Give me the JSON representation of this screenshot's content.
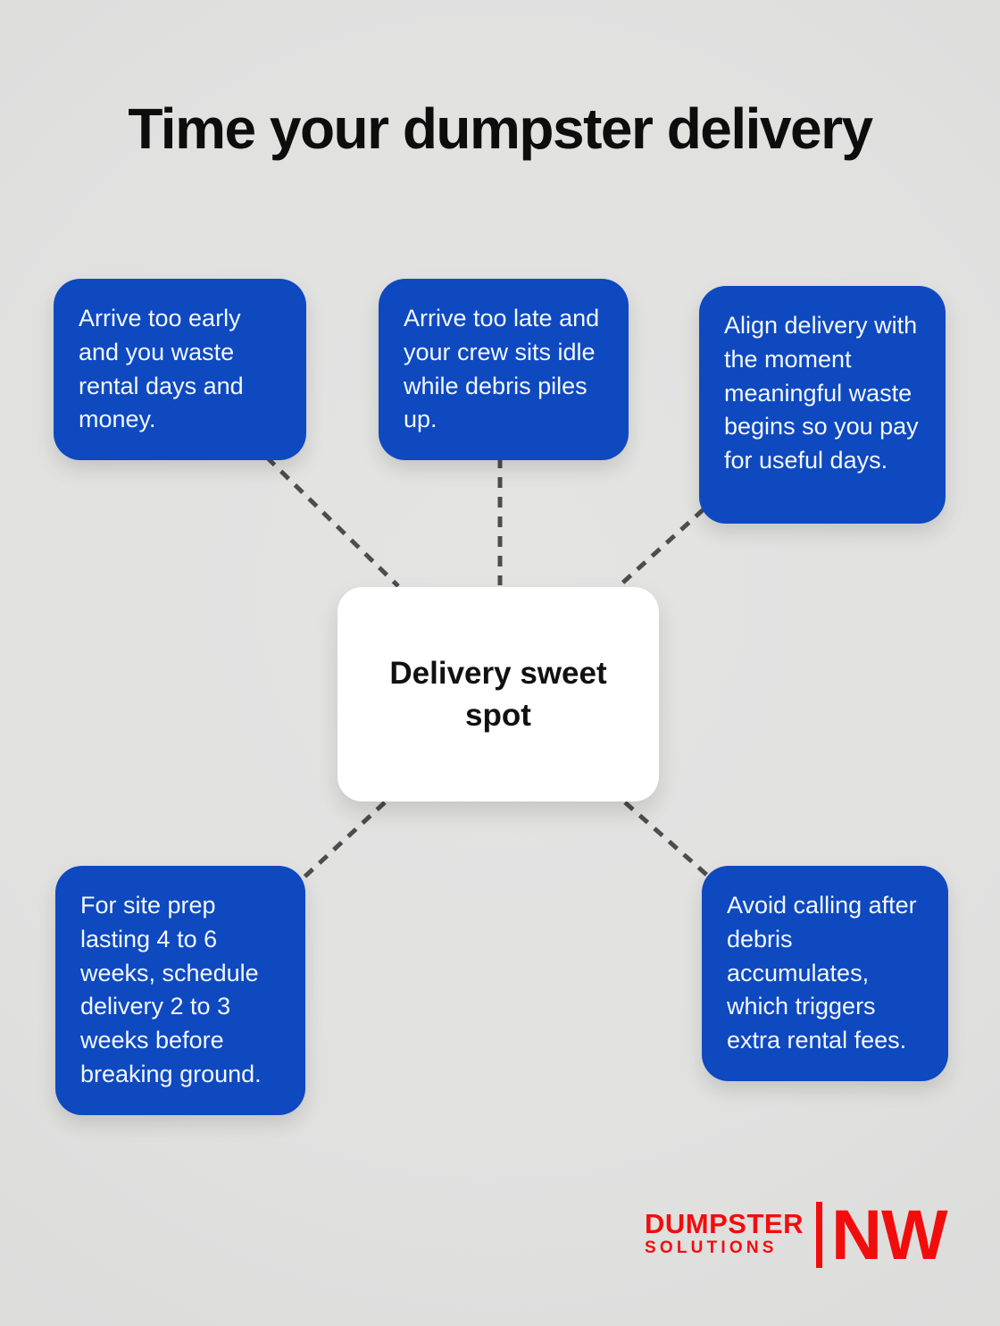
{
  "title": "Time your dumpster delivery",
  "center": {
    "label": "Delivery sweet spot"
  },
  "nodes": {
    "top_left": {
      "text": "Arrive too early and you waste rental days and money."
    },
    "top_center": {
      "text": "Arrive too late and your crew sits idle while debris piles up."
    },
    "top_right": {
      "text": "Align delivery with the moment meaningful waste begins so you pay for useful days."
    },
    "bottom_left": {
      "text": "For site prep lasting 4 to 6 weeks, schedule delivery 2 to 3 weeks before breaking ground."
    },
    "bottom_right": {
      "text": "Avoid calling after debris accumulates, which triggers extra rental fees."
    }
  },
  "logo": {
    "line1": "DUMPSTER",
    "line2": "SOLUTIONS",
    "mark": "NW"
  },
  "colors": {
    "background": "#e1e1e0",
    "node_blue": "#0e49c0",
    "node_text": "#f3f7fd",
    "center_bg": "#ffffff",
    "center_text": "#111111",
    "connector_gray": "#4d4d4d",
    "logo_red": "#f20d0d",
    "title_black": "#0d0d0d"
  }
}
